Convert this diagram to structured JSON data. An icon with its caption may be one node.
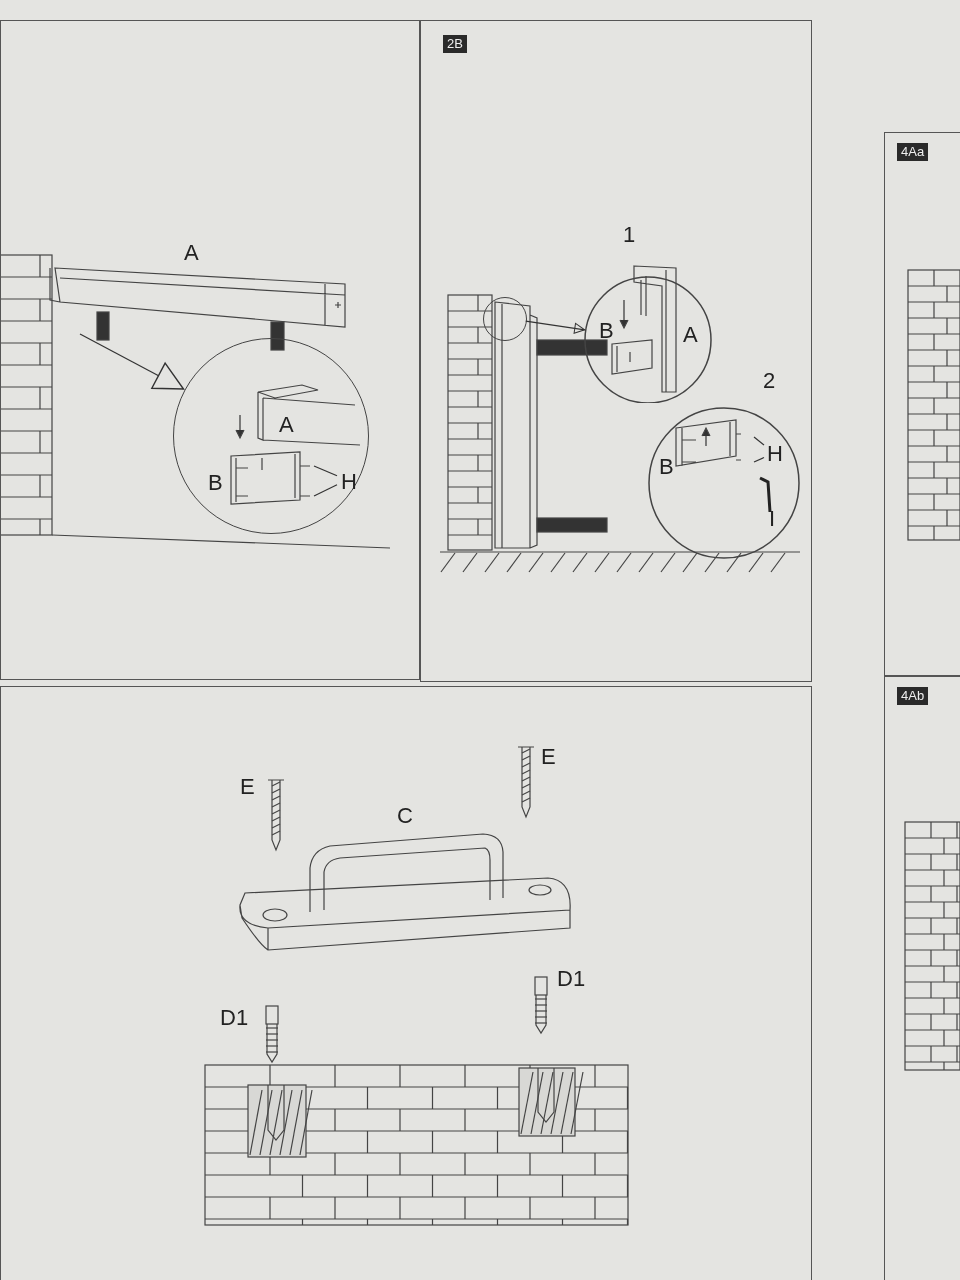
{
  "diagram": {
    "nodes": [
      {
        "text": [],
        "shape": "box"
      },
      {
        "text": [
          "A",
          "B"
        ],
        "in": 0
      },
      {
        "text": [
          "H"
        ],
        "in": 1
      },
      {
        "text": [
          "2B"
        ]
      },
      {
        "text": [],
        "shape": "circle",
        "in": 3
      },
      {
        "text": [
          "1",
          "B",
          "A"
        ],
        "in": 3
      },
      {
        "text": [
          "2",
          "B",
          "I"
        ],
        "in": 3
      },
      {
        "text": [
          "H"
        ],
        "in": 6
      },
      {
        "text": [],
        "shape": "box"
      },
      {
        "text": [
          "4Aa"
        ]
      },
      {
        "text": [
          "4Ab"
        ]
      }
    ],
    "edges": [
      {
        "from": null,
        "to": 1,
        "arrow": "to"
      },
      {
        "from": 2,
        "to": null,
        "arrow": "none"
      },
      {
        "from": 2,
        "to": null,
        "arrow": "none"
      },
      {
        "from": 4,
        "to": 5,
        "arrow": "to"
      },
      {
        "from": 7,
        "to": null,
        "arrow": "none"
      },
      {
        "from": 7,
        "to": null,
        "arrow": "none"
      }
    ],
    "labels": [
      "A",
      "E",
      "E",
      "C",
      "D1",
      "D1"
    ]
  }
}
